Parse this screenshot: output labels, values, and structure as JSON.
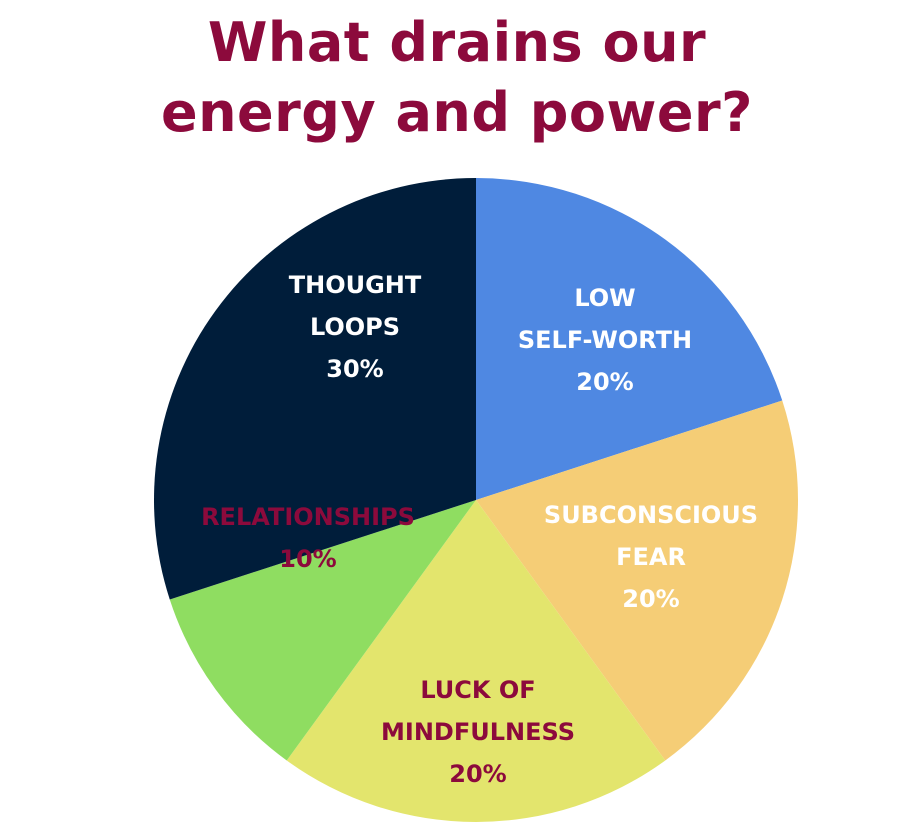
{
  "chart_data": {
    "type": "pie",
    "title_lines": [
      "What drains our",
      "energy and power?"
    ],
    "slices": [
      {
        "label_lines": [
          "LOW",
          "SELF-WORTH"
        ],
        "value_label": "20%",
        "value": 20,
        "color": "#4f88e2",
        "text_color": "#ffffff"
      },
      {
        "label_lines": [
          "SUBCONSCIOUS",
          "FEAR"
        ],
        "value_label": "20%",
        "value": 20,
        "color": "#f5cd76",
        "text_color": "#ffffff"
      },
      {
        "label_lines": [
          "LUCK OF",
          "MINDFULNESS"
        ],
        "value_label": "20%",
        "value": 20,
        "color": "#e3e56d",
        "text_color": "#8c0a3c"
      },
      {
        "label_lines": [
          "RELATIONSHIPS"
        ],
        "value_label": "10%",
        "value": 10,
        "color": "#8fdd61",
        "text_color": "#8c0a3c"
      },
      {
        "label_lines": [
          "THOUGHT",
          "LOOPS"
        ],
        "value_label": "30%",
        "value": 30,
        "color": "#001d3a",
        "text_color": "#ffffff"
      }
    ]
  }
}
